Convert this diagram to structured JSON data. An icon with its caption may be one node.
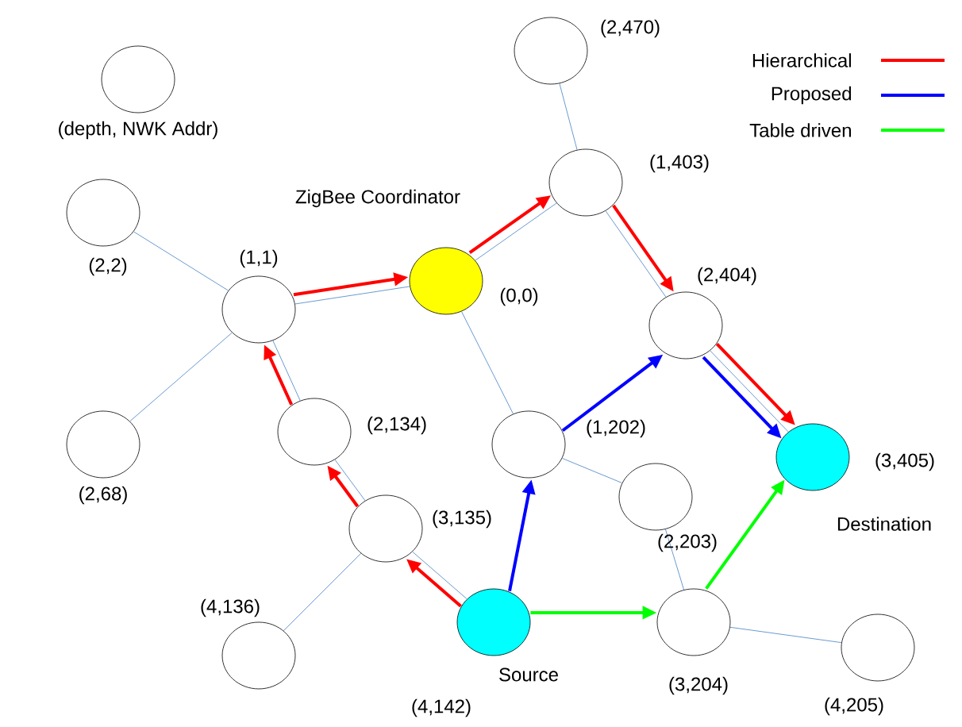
{
  "diagram": {
    "nodes": [
      {
        "text": [],
        "shape": "circle",
        "beside": [
          "(depth, NWK Addr)"
        ]
      },
      {
        "text": [],
        "shape": "circle",
        "beside": [
          "(2,2)"
        ]
      },
      {
        "text": [],
        "shape": "circle",
        "beside": [
          "(1,1)"
        ]
      },
      {
        "text": [],
        "shape": "circle",
        "beside": [
          "ZigBee Coordinator",
          "(0,0)"
        ]
      },
      {
        "text": [],
        "shape": "circle",
        "beside": [
          "(2,470)"
        ]
      },
      {
        "text": [],
        "shape": "circle",
        "beside": [
          "(1,403)"
        ]
      },
      {
        "text": [],
        "shape": "circle",
        "beside": [
          "(2,404)"
        ]
      },
      {
        "text": [],
        "shape": "circle",
        "beside": [
          "(2,68)"
        ]
      },
      {
        "text": [],
        "shape": "circle",
        "beside": [
          "(2,134)"
        ]
      },
      {
        "text": [],
        "shape": "circle",
        "beside": [
          "(1,202)"
        ]
      },
      {
        "text": [],
        "shape": "circle",
        "beside": [
          "(3,405)",
          "Destination"
        ]
      },
      {
        "text": [],
        "shape": "circle",
        "beside": [
          "(3,135)"
        ]
      },
      {
        "text": [],
        "shape": "circle",
        "beside": [
          "(2,203)"
        ]
      },
      {
        "text": [],
        "shape": "circle",
        "beside": [
          "(4,136)"
        ]
      },
      {
        "text": [],
        "shape": "circle",
        "beside": [
          "Source",
          "(4,142)"
        ]
      },
      {
        "text": [],
        "shape": "circle",
        "beside": [
          "(3,204)"
        ]
      },
      {
        "text": [],
        "shape": "circle",
        "beside": [
          "(4,205)"
        ]
      }
    ],
    "edges": [
      {
        "from": 1,
        "to": 2,
        "arrow": "none"
      },
      {
        "from": 2,
        "to": 3,
        "arrow": "none"
      },
      {
        "from": 3,
        "to": 5,
        "arrow": "none"
      },
      {
        "from": 4,
        "to": 5,
        "arrow": "none"
      },
      {
        "from": 5,
        "to": 6,
        "arrow": "none"
      },
      {
        "from": 3,
        "to": 9,
        "arrow": "none"
      },
      {
        "from": 2,
        "to": 7,
        "arrow": "none"
      },
      {
        "from": 2,
        "to": 8,
        "arrow": "none"
      },
      {
        "from": 8,
        "to": 11,
        "arrow": "none"
      },
      {
        "from": 11,
        "to": 13,
        "arrow": "none"
      },
      {
        "from": 11,
        "to": 14,
        "arrow": "none"
      },
      {
        "from": 9,
        "to": 12,
        "arrow": "none"
      },
      {
        "from": 12,
        "to": 15,
        "arrow": "none"
      },
      {
        "from": 15,
        "to": 16,
        "arrow": "none"
      },
      {
        "from": 6,
        "to": 10,
        "arrow": "none"
      },
      {
        "from": 2,
        "to": 3,
        "arrow": "to",
        "style": "thick",
        "color": "#ff0000"
      },
      {
        "from": 3,
        "to": 5,
        "arrow": "to",
        "style": "thick",
        "color": "#ff0000"
      },
      {
        "from": 5,
        "to": 6,
        "arrow": "to",
        "style": "thick",
        "color": "#ff0000"
      },
      {
        "from": 6,
        "to": 10,
        "arrow": "to",
        "style": "thick",
        "color": "#ff0000"
      },
      {
        "from": 14,
        "to": 11,
        "arrow": "to",
        "style": "thick",
        "color": "#ff0000"
      },
      {
        "from": 11,
        "to": 8,
        "arrow": "to",
        "style": "thick",
        "color": "#ff0000"
      },
      {
        "from": 8,
        "to": 2,
        "arrow": "to",
        "style": "thick",
        "color": "#ff0000"
      },
      {
        "from": 14,
        "to": 9,
        "arrow": "to",
        "style": "thick",
        "color": "#0000ff"
      },
      {
        "from": 9,
        "to": 6,
        "arrow": "to",
        "style": "thick",
        "color": "#0000ff"
      },
      {
        "from": 6,
        "to": 10,
        "arrow": "to",
        "style": "thick",
        "color": "#0000ff"
      },
      {
        "from": 14,
        "to": 15,
        "arrow": "to",
        "style": "thick",
        "color": "#00ff00"
      },
      {
        "from": 15,
        "to": 10,
        "arrow": "to",
        "style": "thick",
        "color": "#00ff00"
      }
    ],
    "legend": [
      {
        "text": "Hierarchical"
      },
      {
        "text": "Proposed"
      },
      {
        "text": "Table driven"
      }
    ]
  }
}
